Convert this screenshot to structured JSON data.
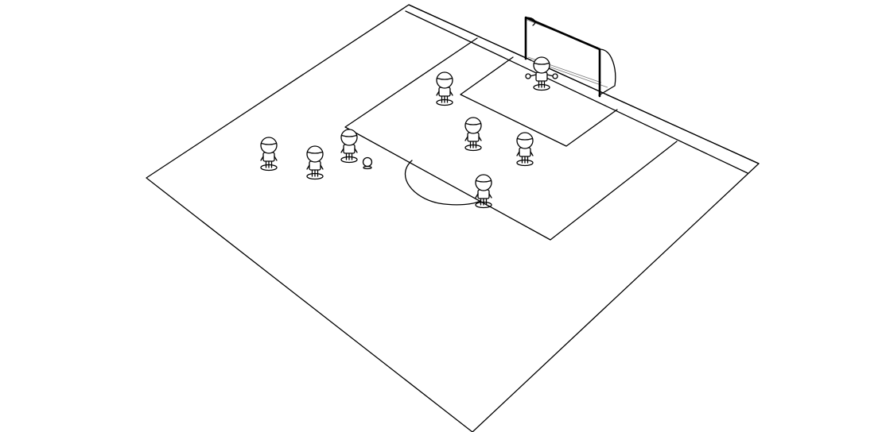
{
  "diagram": {
    "kind": "soccer-drill-isometric",
    "colors": {
      "line": "#000000",
      "background": "#ffffff"
    },
    "players": [
      {
        "id": "goalkeeper",
        "role": "goalkeeper"
      },
      {
        "id": "player-1",
        "role": "outfield"
      },
      {
        "id": "player-2",
        "role": "outfield"
      },
      {
        "id": "player-3",
        "role": "outfield"
      },
      {
        "id": "player-4",
        "role": "outfield"
      },
      {
        "id": "player-5",
        "role": "outfield"
      },
      {
        "id": "player-6",
        "role": "outfield"
      },
      {
        "id": "player-7",
        "role": "outfield"
      }
    ],
    "ball_count": 1
  }
}
